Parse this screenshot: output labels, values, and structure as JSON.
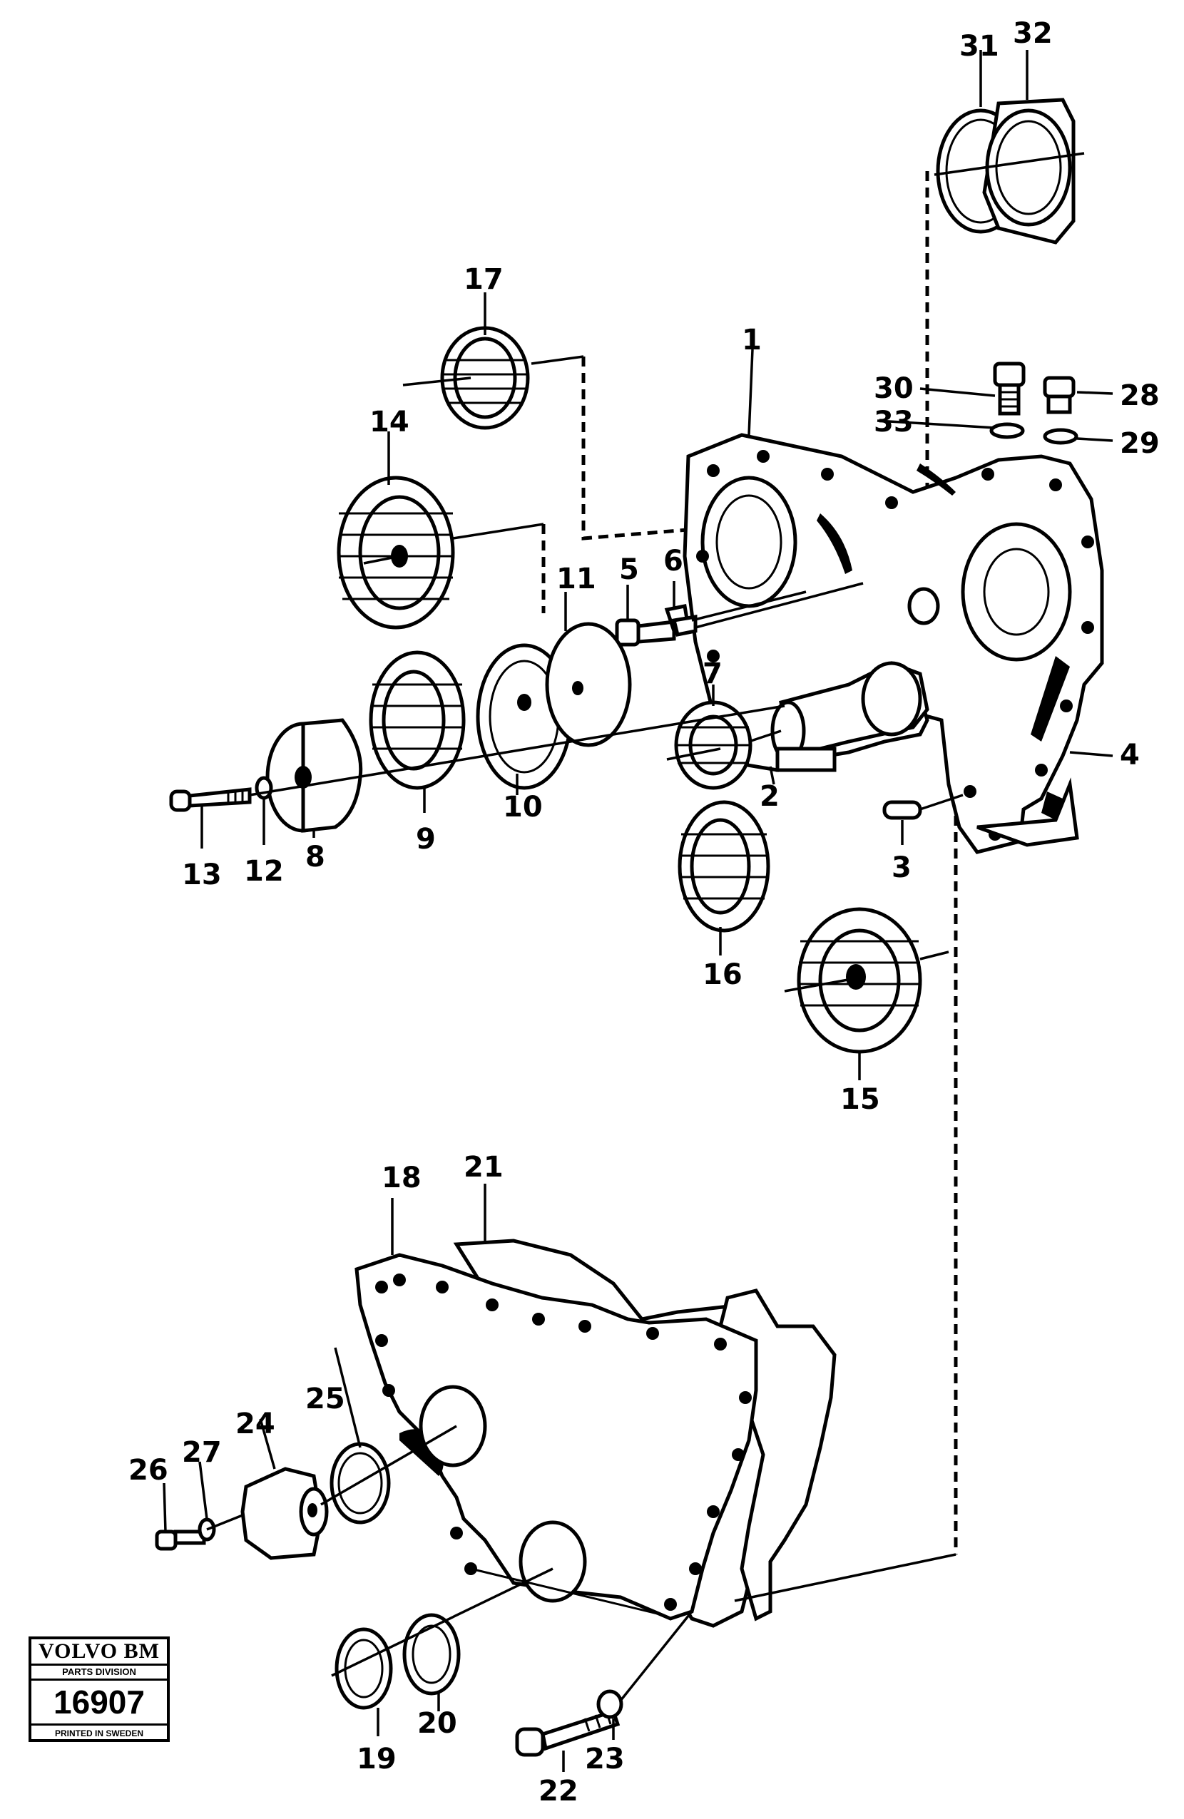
{
  "labels": {
    "l1": "1",
    "l2": "2",
    "l3": "3",
    "l4": "4",
    "l5": "5",
    "l6": "6",
    "l7": "7",
    "l8": "8",
    "l9": "9",
    "l10": "10",
    "l11": "11",
    "l12": "12",
    "l13": "13",
    "l14": "14",
    "l15": "15",
    "l16": "16",
    "l17": "17",
    "l18": "18",
    "l19": "19",
    "l20": "20",
    "l21": "21",
    "l22": "22",
    "l23": "23",
    "l24": "24",
    "l25": "25",
    "l26": "26",
    "l27": "27",
    "l28": "28",
    "l29": "29",
    "l30": "30",
    "l31": "31",
    "l32": "32",
    "l33": "33"
  },
  "stamp": {
    "brand": "VOLVO BM",
    "division": "PARTS DIVISION",
    "number": "16907",
    "printed": "PRINTED IN SWEDEN"
  }
}
